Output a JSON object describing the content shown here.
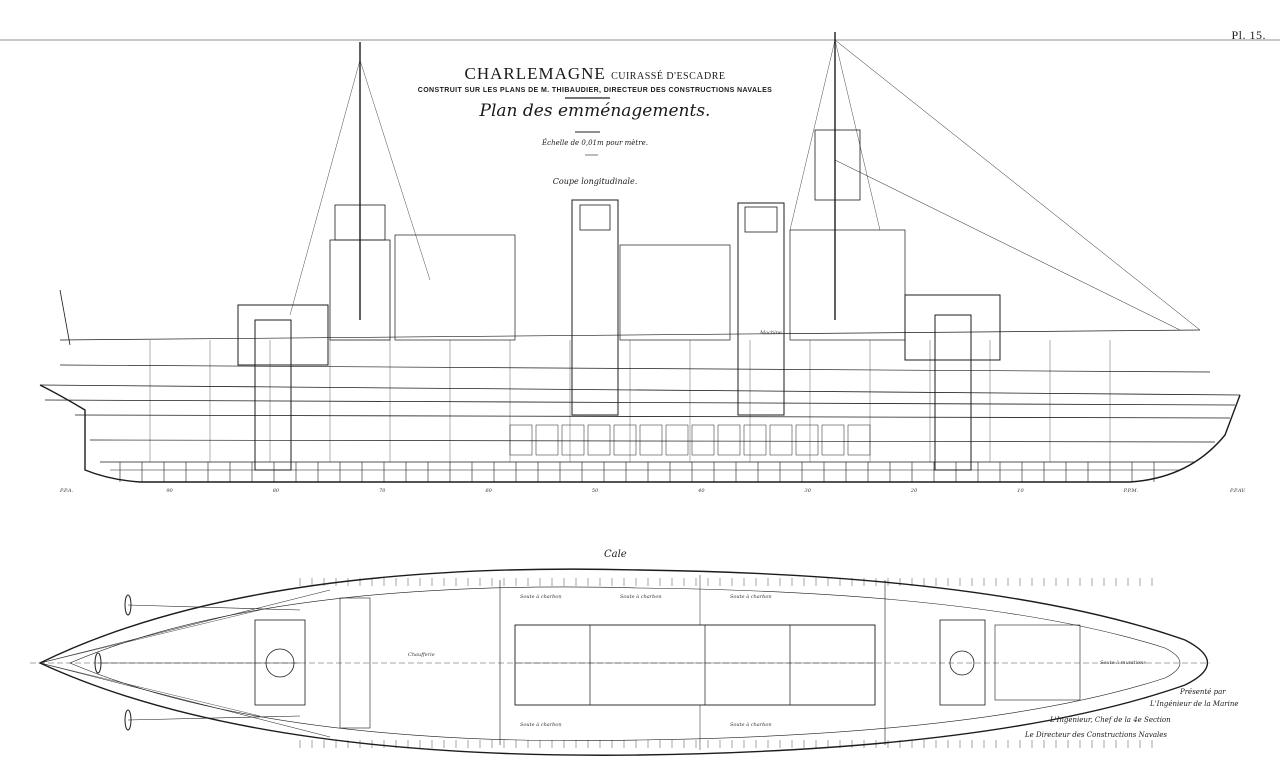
{
  "plate_number": "Pl. 15.",
  "title": {
    "ship_name": "CHARLEMAGNE",
    "ship_type": "CUIRASSÉ D'ESCADRE",
    "subtitle": "CONSTRUIT SUR LES PLANS DE M. THIBAUDIER, DIRECTEUR DES CONSTRUCTIONS NAVALES",
    "plan_name": "Plan des emménagements.",
    "scale": "Échelle de 0,01m pour mètre.",
    "section_label": "Coupe longitudinale."
  },
  "plan_view_label": "Cale",
  "signatures": {
    "presented": "Présenté par",
    "engineer": "L'Ingénieur de la Marine",
    "chief": "L'Ingénieur, Chef de la 4e Section",
    "director": "Le Directeur des Constructions Navales"
  },
  "room_labels": [
    "Soute à charbon",
    "Chaufferie",
    "Machine",
    "Soute à munitions",
    "Soute à charbon",
    "Soute à charbon",
    "Soute à charbon",
    "Soute à charbon"
  ],
  "frame_marks": [
    "P.P.A.",
    "90",
    "80",
    "70",
    "60",
    "50",
    "40",
    "30",
    "20",
    "10",
    "P.P.M.",
    "P.P.AV."
  ],
  "colors": {
    "ink": "#1a1a1a",
    "paper": "#ffffff"
  }
}
